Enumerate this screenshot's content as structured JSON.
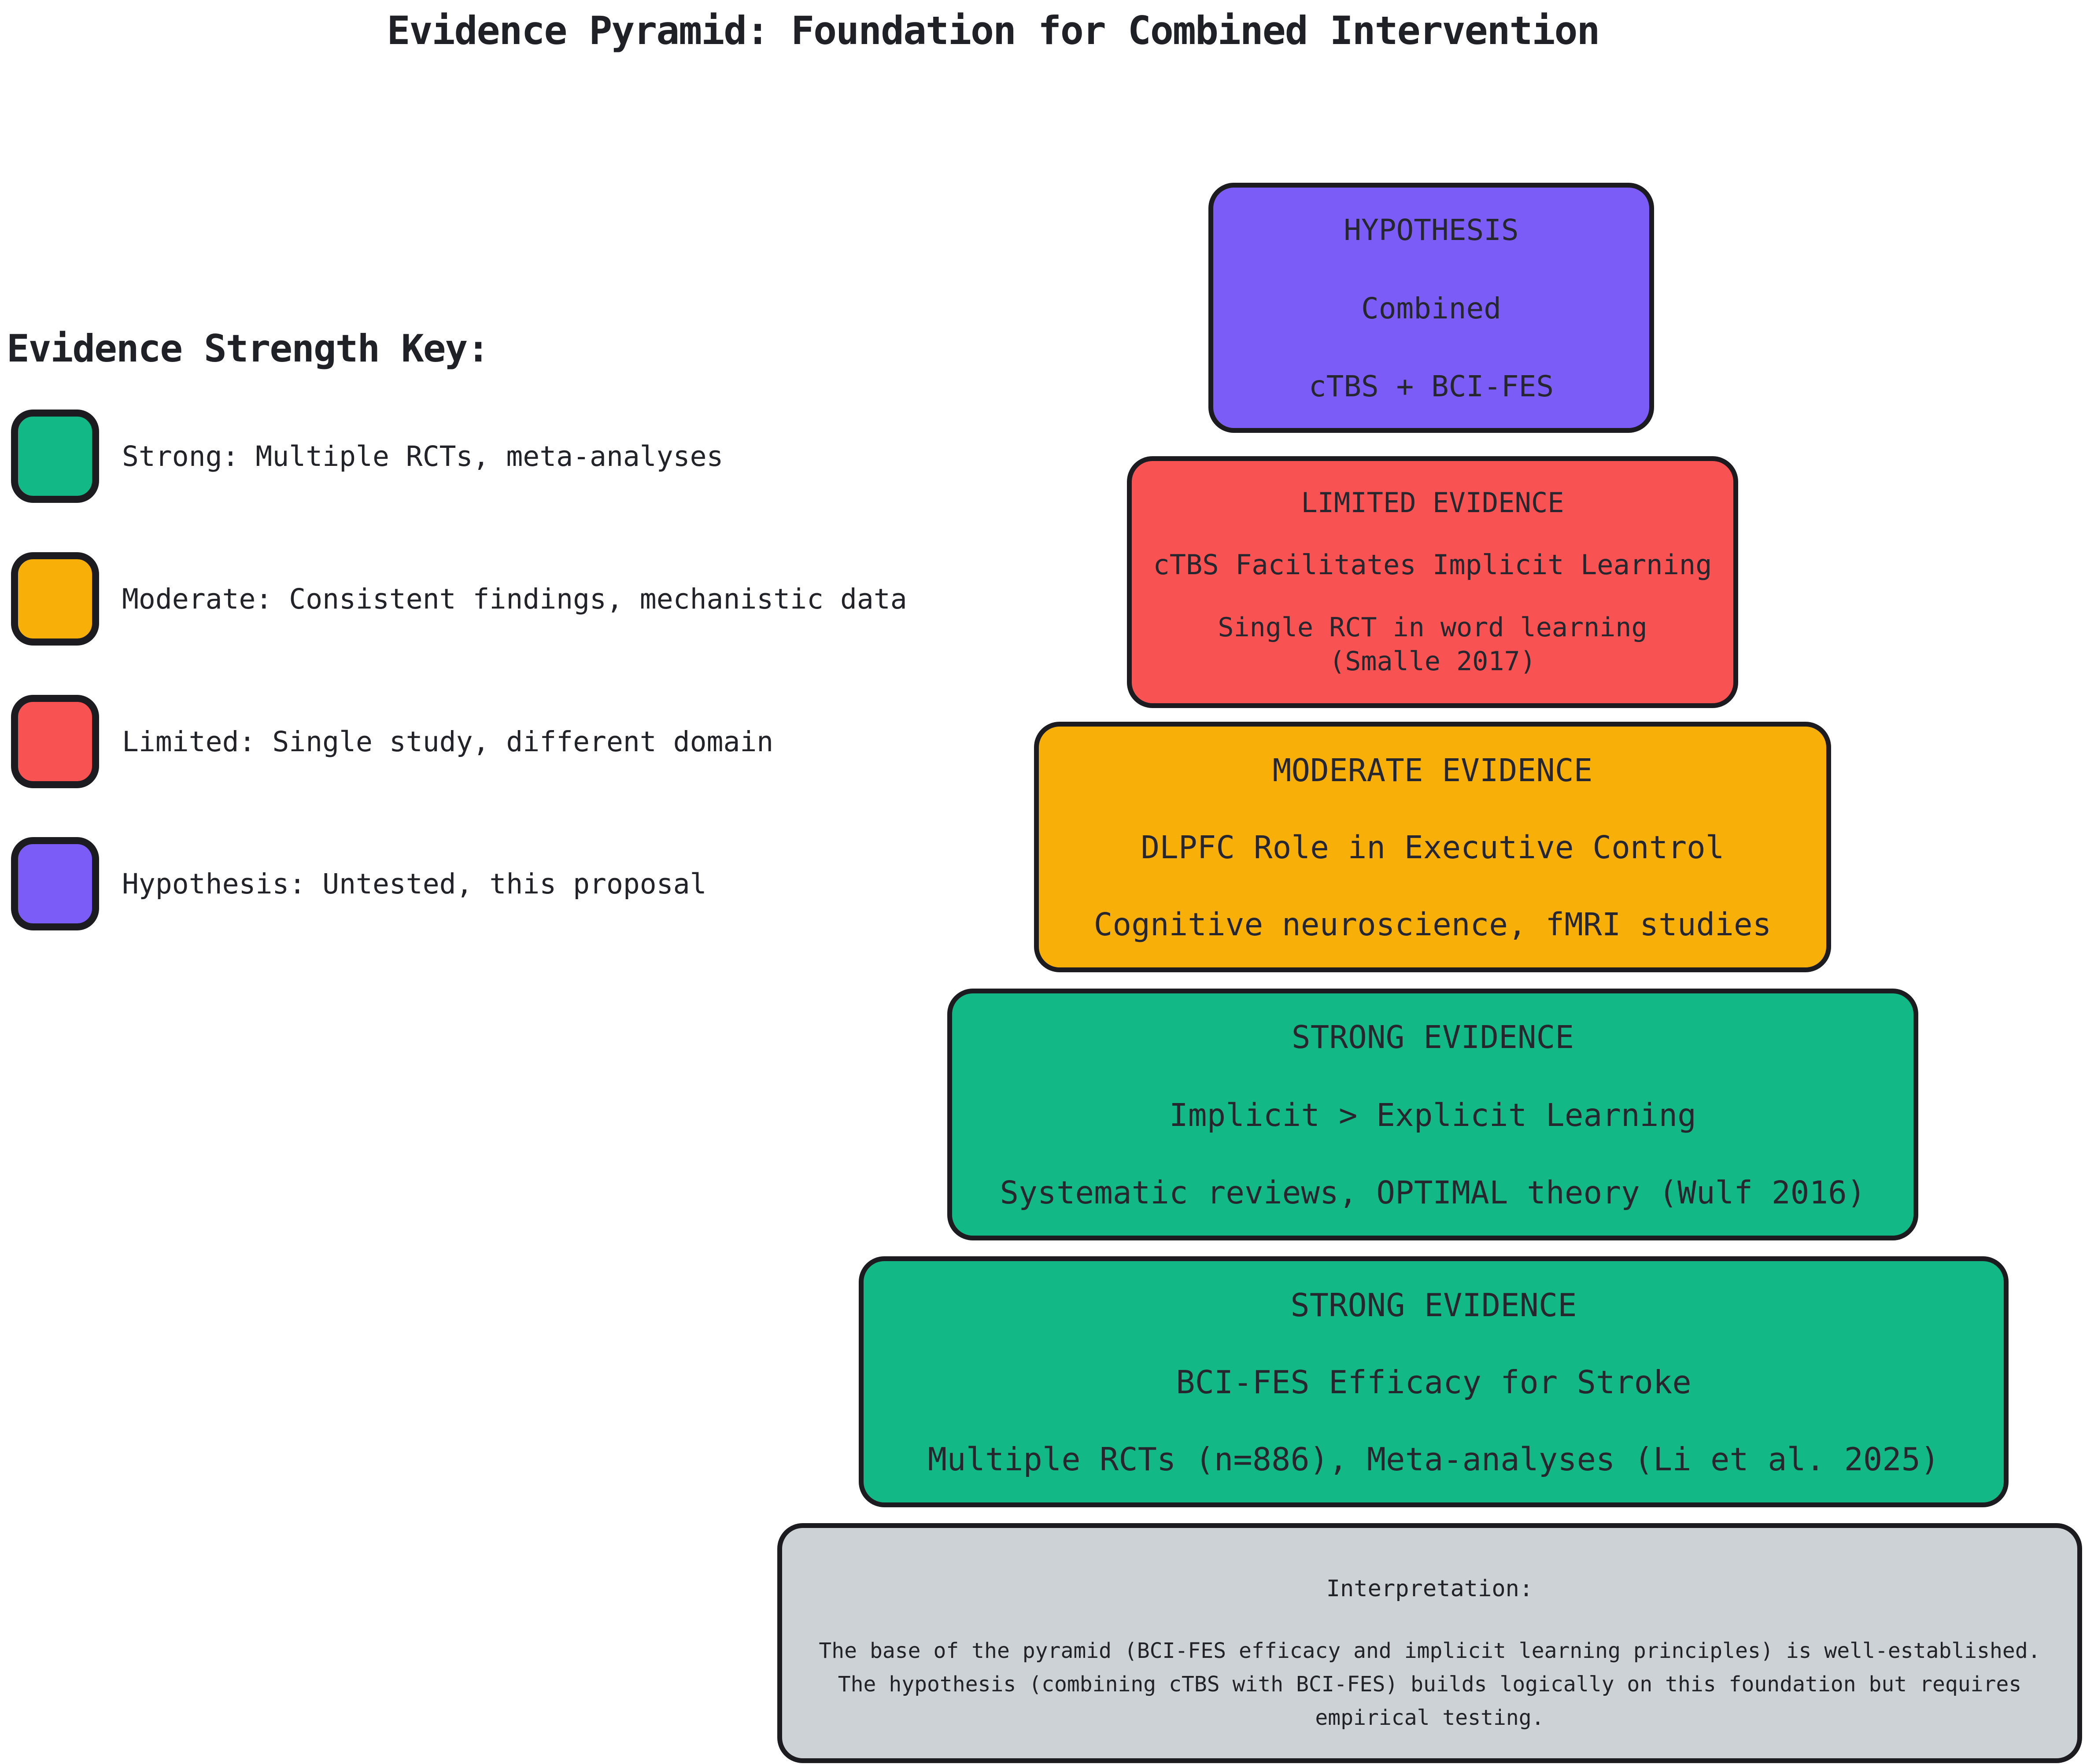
{
  "title": "Evidence Pyramid: Foundation for Combined Intervention",
  "legend": {
    "heading": "Evidence Strength Key:",
    "items": [
      {
        "name": "strong",
        "color": "#12b886",
        "label": "Strong: Multiple RCTs, meta-analyses"
      },
      {
        "name": "moderate",
        "color": "#f8af08",
        "label": "Moderate: Consistent findings, mechanistic data"
      },
      {
        "name": "limited",
        "color": "#f85252",
        "label": "Limited: Single study, different domain"
      },
      {
        "name": "hypothesis",
        "color": "#7c5cf6",
        "label": "Hypothesis: Untested, this proposal"
      }
    ]
  },
  "pyramid": {
    "levels": [
      {
        "id": "hypothesis",
        "color": "#7c5cf6",
        "title": "HYPOTHESIS",
        "claim": "Combined",
        "evidence": "cTBS + BCI-FES"
      },
      {
        "id": "limited-evidence",
        "color": "#f85252",
        "title": "LIMITED EVIDENCE",
        "claim": "cTBS Facilitates Implicit Learning",
        "evidence": "Single RCT in word learning\n(Smalle 2017)"
      },
      {
        "id": "moderate-evidence",
        "color": "#f8af08",
        "title": "MODERATE EVIDENCE",
        "claim": "DLPFC Role in Executive Control",
        "evidence": "Cognitive neuroscience, fMRI studies"
      },
      {
        "id": "strong-evidence-implicit",
        "color": "#12b886",
        "title": "STRONG EVIDENCE",
        "claim": "Implicit > Explicit Learning",
        "evidence": "Systematic reviews, OPTIMAL theory (Wulf 2016)"
      },
      {
        "id": "strong-evidence-bcifes",
        "color": "#12b886",
        "title": "STRONG EVIDENCE",
        "claim": "BCI-FES Efficacy for Stroke",
        "evidence": "Multiple RCTs (n=886), Meta-analyses (Li et al. 2025)"
      }
    ],
    "interpretation": {
      "color": "#cdd2d7",
      "heading": "Interpretation:",
      "body": "The base of the pyramid (BCI-FES efficacy and implicit learning principles) is well-established.\nThe hypothesis (combining cTBS with BCI-FES) builds logically on this foundation but requires\nempirical testing."
    }
  }
}
